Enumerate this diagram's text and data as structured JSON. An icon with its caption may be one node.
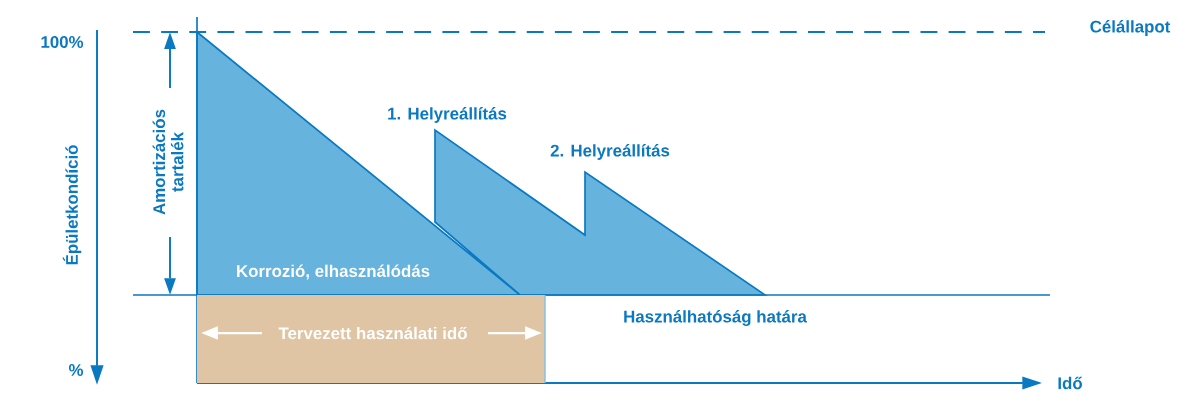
{
  "diagram": {
    "nodes": [
      {
        "text": [
          "Tervezett használati idő"
        ]
      }
    ],
    "labels": [
      "100%",
      "Célállapot",
      "1. Helyreállítás",
      "2. Helyreállítás",
      "Amortizációs tartalék",
      "Épületkondíció",
      "Korrozió, elhasználódás",
      "Használhatóság határa",
      "%",
      "Idő"
    ]
  }
}
